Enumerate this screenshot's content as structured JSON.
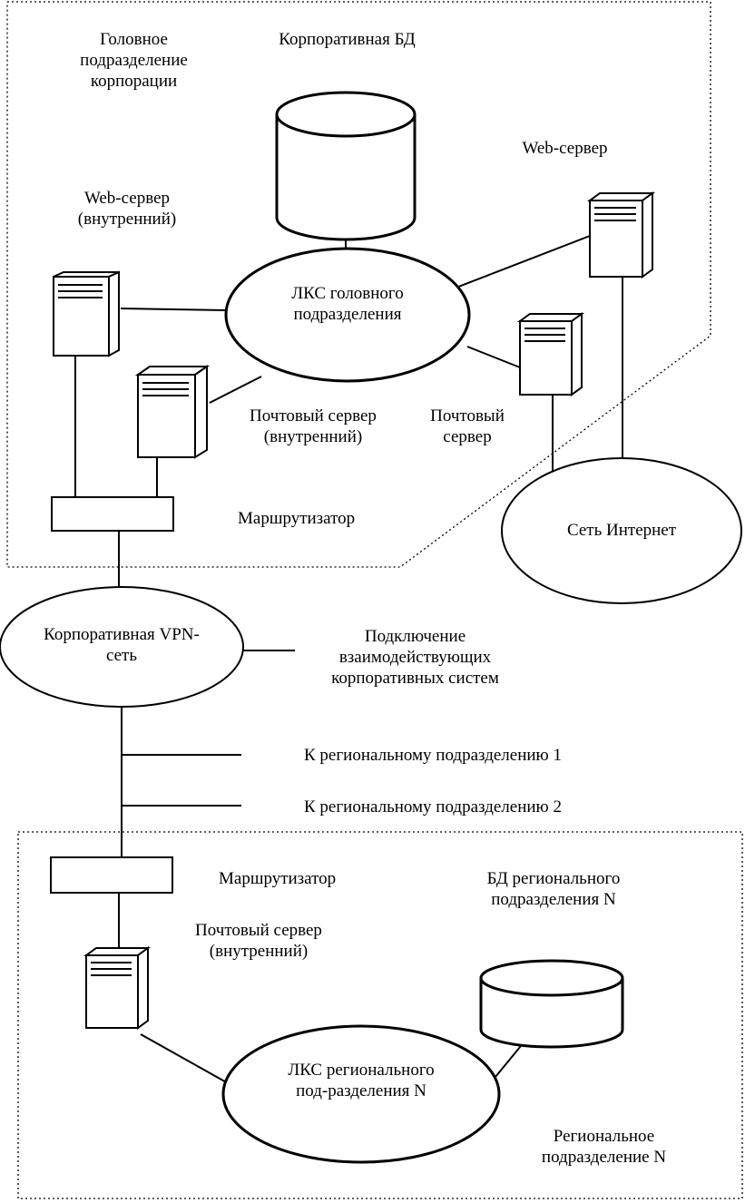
{
  "head_office": {
    "area_title": "Головное подразделение корпорации",
    "corp_db": "Корпоративная БД",
    "lan": "ЛКС головного подразделения",
    "web_internal": "Web-сервер (внутренний)",
    "web_server": "Web-сервер",
    "mail_internal": "Почтовый сервер (внутренний)",
    "mail_server": "Почтовый сервер",
    "router": "Маршрутизатор"
  },
  "internet": "Сеть Интернет",
  "vpn": {
    "name": "Корпоративная VPN-сеть",
    "partner_link": "Подключение взаимодействующих корпоративных систем",
    "regional_1": "К региональному подразделению 1",
    "regional_2": "К региональному подразделению 2"
  },
  "regional": {
    "area_title": "Региональное подразделение N",
    "router": "Маршрутизатор",
    "mail_internal": "Почтовый сервер (внутренний)",
    "db": "БД регионального подразделения N",
    "lan": "ЛКС регионального под-разделения N"
  }
}
